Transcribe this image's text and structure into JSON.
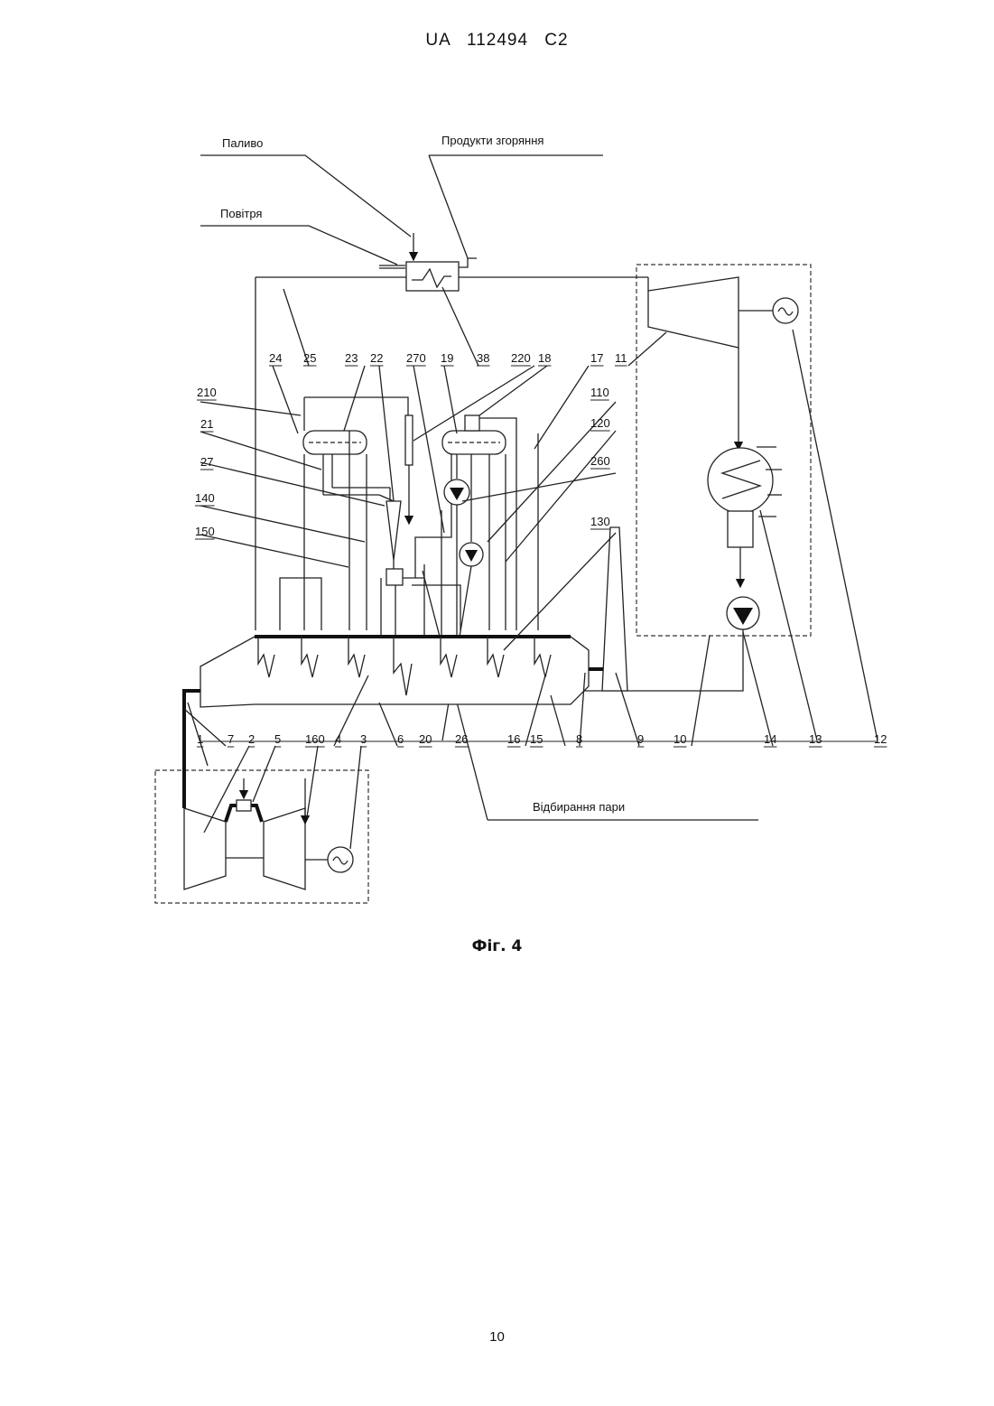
{
  "header": {
    "patent_number": "UA 112494 C2"
  },
  "figure": {
    "caption": "Фіг. 4",
    "flow_labels": {
      "fuel": "Паливо",
      "combustion_products": "Продукти згоряння",
      "air": "Повітря",
      "steam_extraction": "Відбирання пари"
    },
    "reference_numerals": {
      "n24": "24",
      "n25": "25",
      "n23": "23",
      "n22": "22",
      "n270": "270",
      "n19": "19",
      "n38": "38",
      "n220": "220",
      "n18": "18",
      "n17": "17",
      "n11": "11",
      "n210": "210",
      "n21": "21",
      "n27": "27",
      "n140": "140",
      "n150": "150",
      "n110": "110",
      "n120": "120",
      "n260": "260",
      "n130": "130",
      "n1": "1",
      "n7": "7",
      "n2": "2",
      "n5": "5",
      "n160": "160",
      "n4": "4",
      "n3": "3",
      "n6": "6",
      "n20": "20",
      "n26": "26",
      "n16": "16",
      "n15": "15",
      "n8": "8",
      "n9": "9",
      "n10": "10",
      "n14": "14",
      "n13": "13",
      "n12": "12"
    }
  },
  "footer": {
    "page_number": "10"
  }
}
